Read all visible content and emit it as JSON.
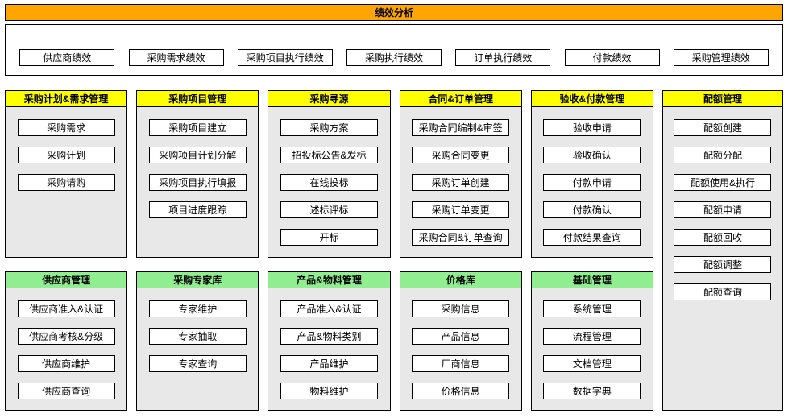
{
  "colors": {
    "orange": "#FFA500",
    "yellow": "#FFFF00",
    "green": "#90EE90",
    "panel_bg": "#E8E8E8",
    "border": "#000000"
  },
  "performance": {
    "title": "绩效分析",
    "items": [
      "供应商绩效",
      "采购需求绩效",
      "采购项目执行绩效",
      "采购执行绩效",
      "订单执行绩效",
      "付款绩效",
      "采购管理绩效"
    ]
  },
  "columns": {
    "plan": {
      "title": "采购计划&需求管理",
      "items": [
        "采购需求",
        "采购计划",
        "采购请购"
      ]
    },
    "project": {
      "title": "采购项目管理",
      "items": [
        "采购项目建立",
        "采购项目计划分解",
        "采购项目执行填报",
        "项目进度跟踪"
      ]
    },
    "sourcing": {
      "title": "采购寻源",
      "items": [
        "采购方案",
        "招投标公告&发标",
        "在线投标",
        "述标评标",
        "开标"
      ]
    },
    "contract": {
      "title": "合同&订单管理",
      "items": [
        "采购合同编制&审签",
        "采购合同变更",
        "采购订单创建",
        "采购订单变更",
        "采购合同&订单查询"
      ]
    },
    "acceptance": {
      "title": "验收&付款管理",
      "items": [
        "验收申请",
        "验收确认",
        "付款申请",
        "付款确认",
        "付款结果查询"
      ]
    },
    "quota": {
      "title": "配额管理",
      "items": [
        "配额创建",
        "配额分配",
        "配额使用&执行",
        "配额申请",
        "配额回收",
        "配额调整",
        "配额查询"
      ]
    },
    "supplier": {
      "title": "供应商管理",
      "items": [
        "供应商准入&认证",
        "供应商考核&分级",
        "供应商维护",
        "供应商查询"
      ]
    },
    "expert": {
      "title": "采购专家库",
      "items": [
        "专家维护",
        "专家抽取",
        "专家查询"
      ]
    },
    "product": {
      "title": "产品&物料管理",
      "items": [
        "产品准入&认证",
        "产品&物料类别",
        "产品维护",
        "物料维护"
      ]
    },
    "price": {
      "title": "价格库",
      "items": [
        "采购信息",
        "产品信息",
        "厂商信息",
        "价格信息"
      ]
    },
    "basic": {
      "title": "基础管理",
      "items": [
        "系统管理",
        "流程管理",
        "文档管理",
        "数据字典"
      ]
    }
  }
}
